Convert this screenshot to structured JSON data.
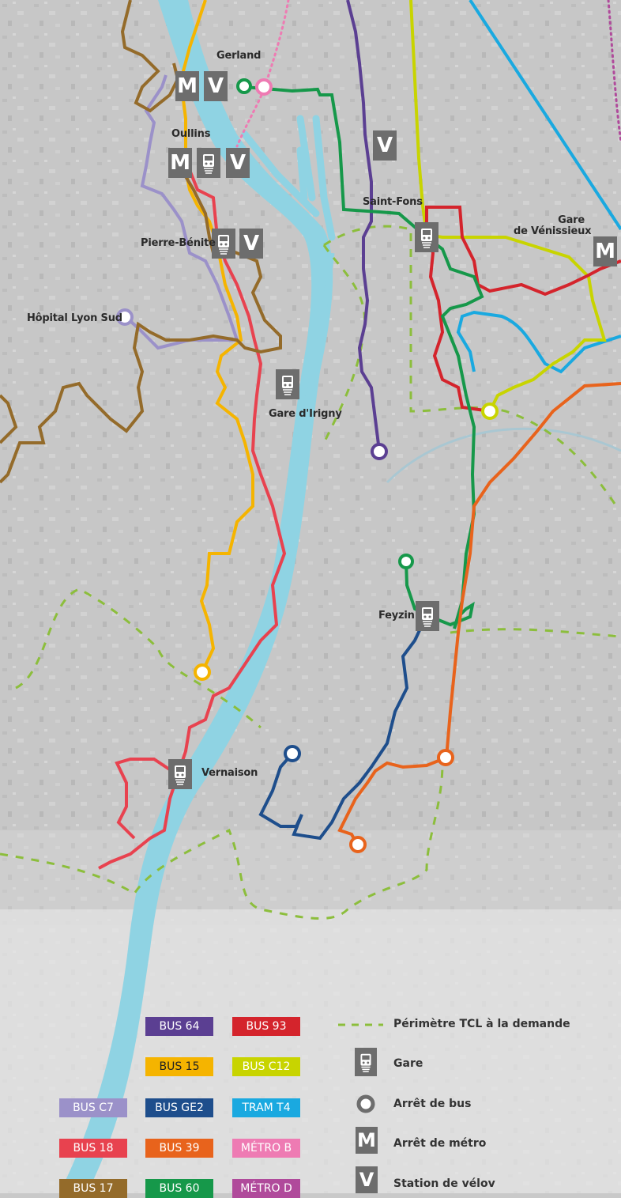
{
  "places": {
    "gerland": "Gerland",
    "oullins": "Oullins",
    "pierre_benite": "Pierre-Bénite",
    "hopital_lyon_sud": "Hôpital Lyon Sud",
    "saint_fons": "Saint-Fons",
    "gare_venissieux": "Gare\nde Vénissieux",
    "gare_irigny": "Gare d'Irigny",
    "feyzin": "Feyzin",
    "vernaison": "Vernaison"
  },
  "station_letters": {
    "metro": "M",
    "velov": "V"
  },
  "lines": [
    {
      "id": "bus64",
      "label": "BUS 64",
      "color": "#5b3f92"
    },
    {
      "id": "bus93",
      "label": "BUS 93",
      "color": "#d4242c"
    },
    {
      "id": "bus15",
      "label": "BUS 15",
      "color": "#f5b400"
    },
    {
      "id": "busc12",
      "label": "BUS C12",
      "color": "#c8d400"
    },
    {
      "id": "busc7",
      "label": "BUS C7",
      "color": "#9b91c9"
    },
    {
      "id": "busge2",
      "label": "BUS GE2",
      "color": "#1e4e8c"
    },
    {
      "id": "tramt4",
      "label": "TRAM T4",
      "color": "#1aa9e0"
    },
    {
      "id": "bus18",
      "label": "BUS 18",
      "color": "#e8424f"
    },
    {
      "id": "bus39",
      "label": "BUS 39",
      "color": "#e8631c"
    },
    {
      "id": "metrob",
      "label": "MÉTRO B",
      "color": "#ee7bb3"
    },
    {
      "id": "bus17",
      "label": "BUS 17",
      "color": "#946b2a"
    },
    {
      "id": "bus60",
      "label": "BUS 60",
      "color": "#16984a"
    },
    {
      "id": "metrod",
      "label": "MÉTRO D",
      "color": "#b04a9b"
    }
  ],
  "legend": {
    "perimetre": "Périmètre TCL à la demande",
    "gare": "Gare",
    "arret_bus": "Arrêt de bus",
    "arret_metro": "Arrêt de métro",
    "station_velov": "Station de vélov"
  },
  "colors": {
    "river": "#8fd3e3",
    "background": "#c9c9c9",
    "icon_gray": "#6d6d6d",
    "perimeter": "#8cbe3c"
  }
}
